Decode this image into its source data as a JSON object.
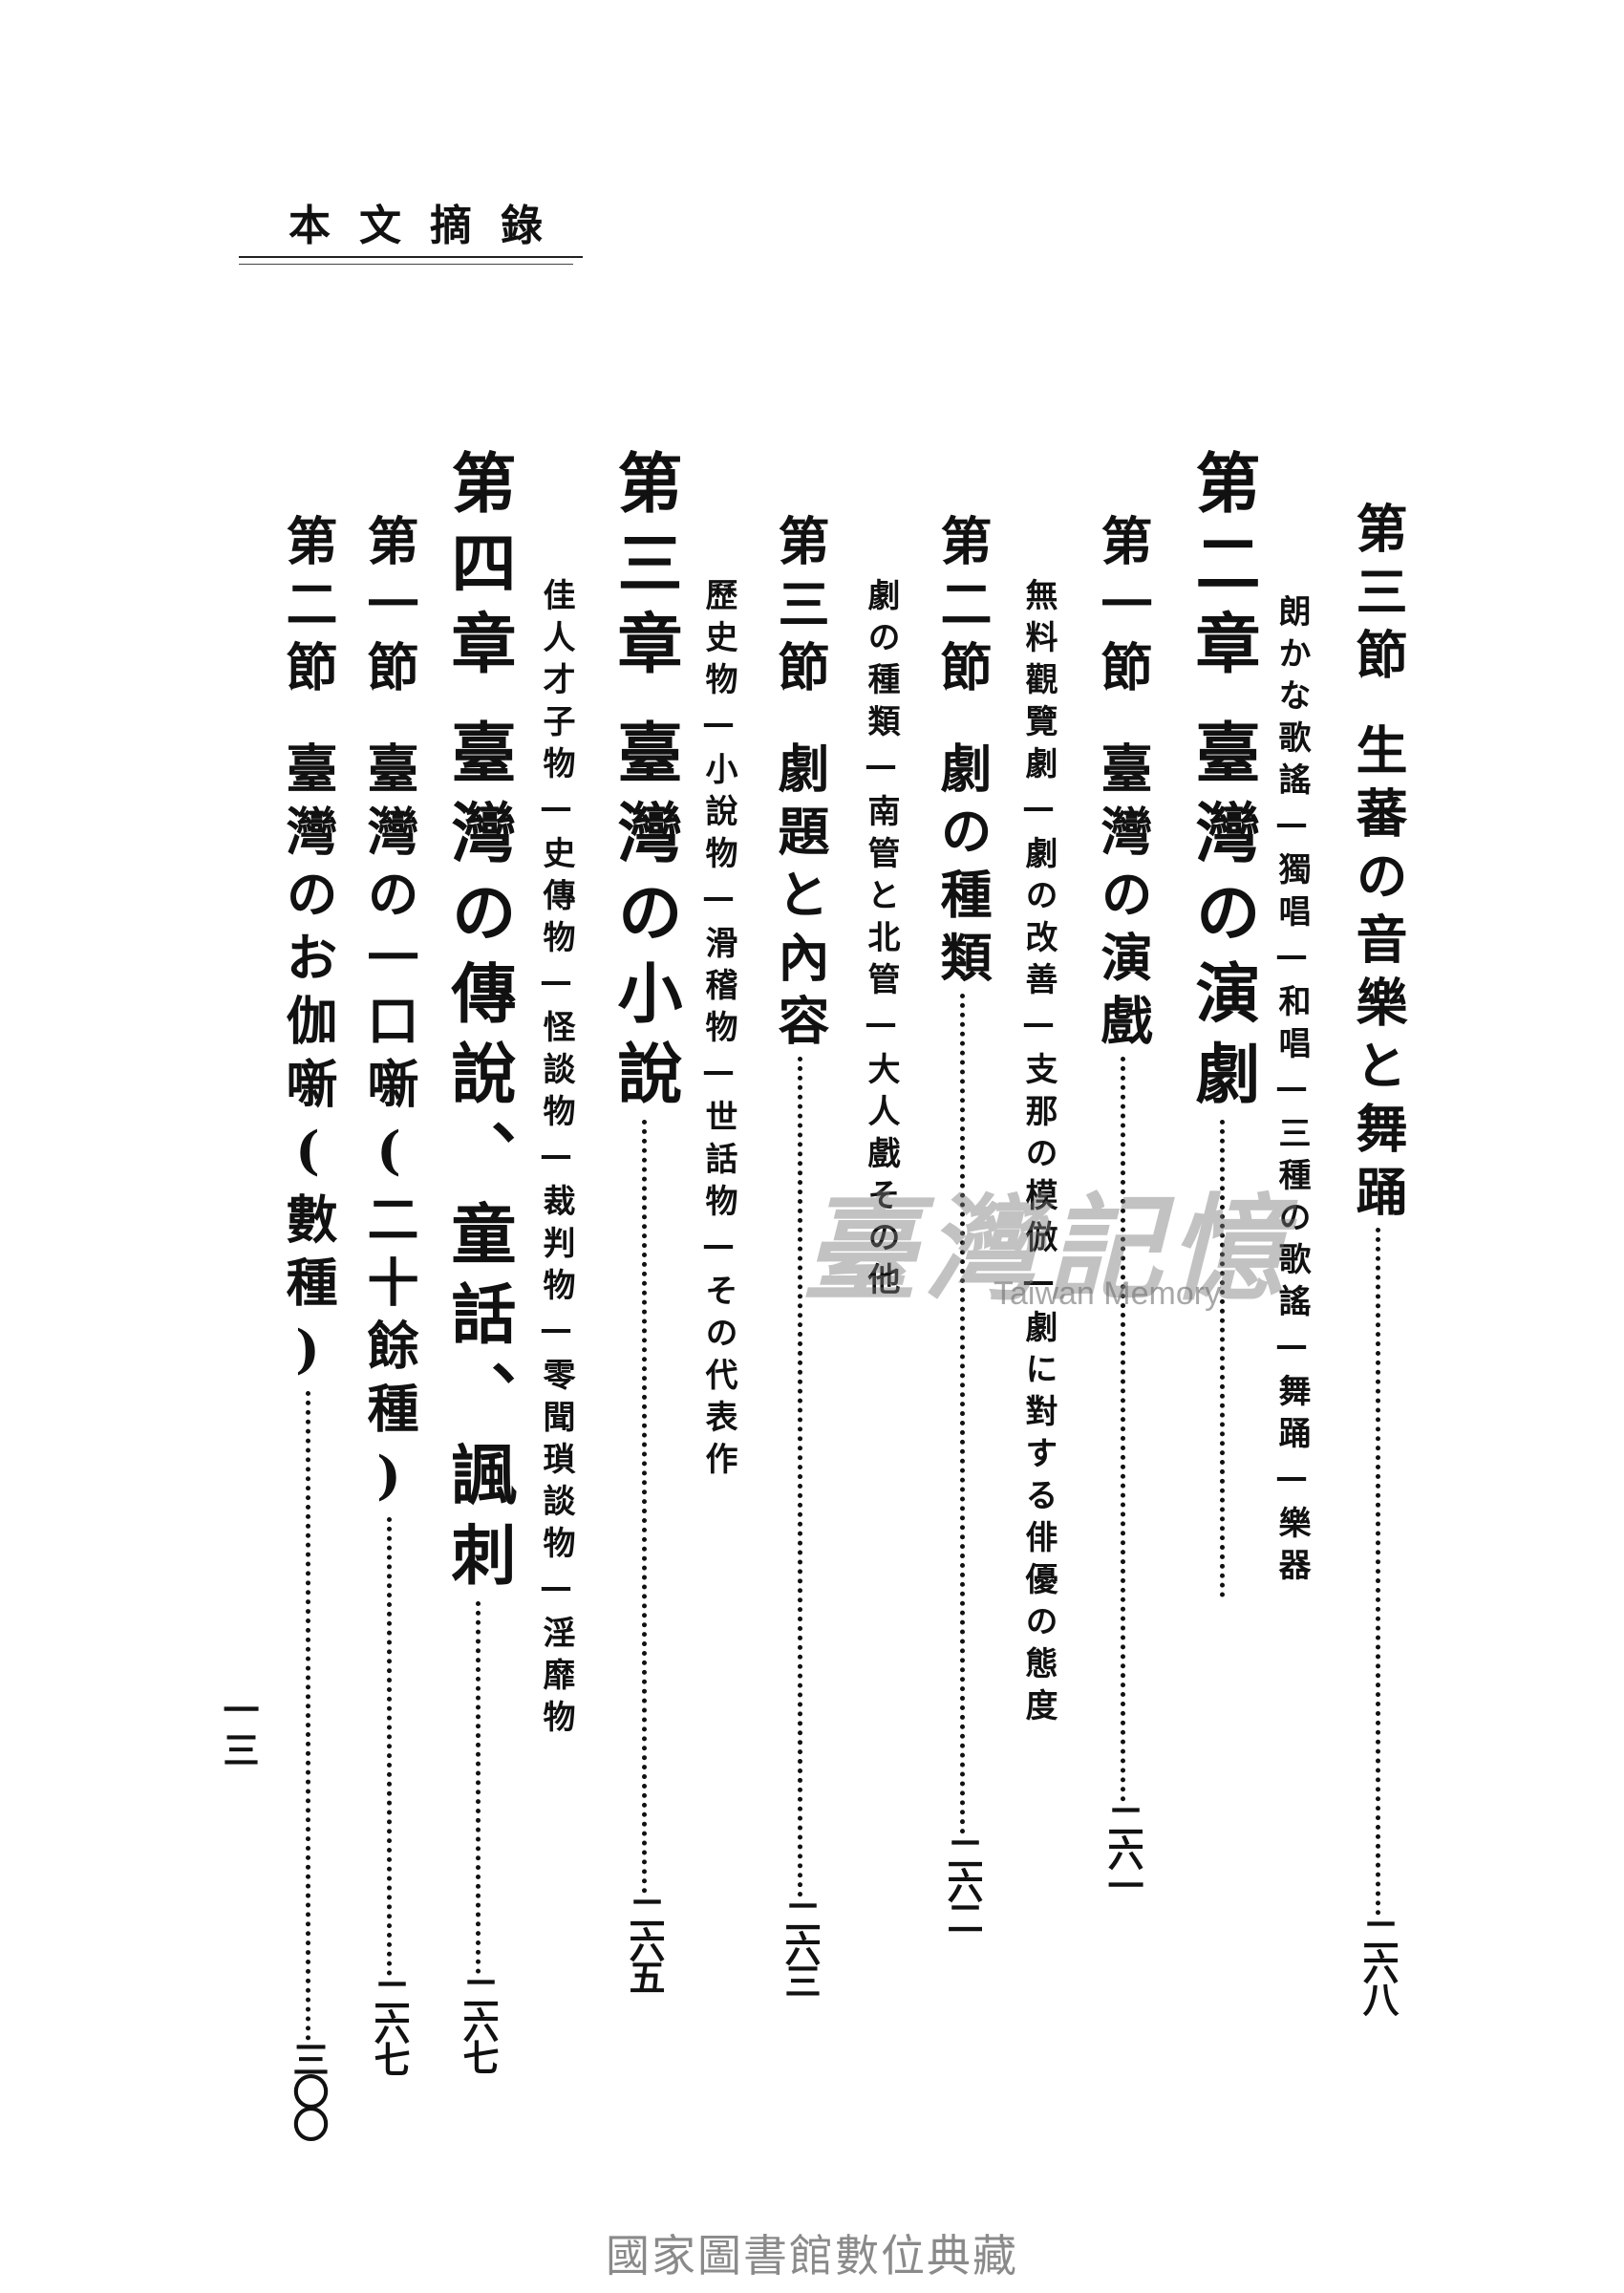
{
  "running_head": "本文摘錄",
  "toc_entries": [
    {
      "kind": "section",
      "label": "第三節",
      "title": "生蕃の音樂と舞踊",
      "page": "二六八"
    },
    {
      "kind": "summary",
      "text": "朗かな歌謠—獨唱—和唱—三種の歌謠—舞踊—樂器"
    },
    {
      "kind": "chapter",
      "label": "第二章",
      "title": "臺灣の演劇",
      "page": ""
    },
    {
      "kind": "section",
      "label": "第一節",
      "title": "臺灣の演戲",
      "page": "二六一"
    },
    {
      "kind": "summary",
      "text": "無料觀覽劇—劇の改善—支那の模倣—劇に對する俳優の態度"
    },
    {
      "kind": "section",
      "label": "第二節",
      "title": "劇の種類",
      "page": "二六二"
    },
    {
      "kind": "summary",
      "text": "劇の種類—南管と北管—大人戲その他"
    },
    {
      "kind": "section",
      "label": "第三節",
      "title": "劇題と內容",
      "page": "二六三"
    },
    {
      "kind": "summary",
      "text": "歷史物—小說物—滑稽物—世話物—その代表作"
    },
    {
      "kind": "chapter",
      "label": "第三章",
      "title": "臺灣の小說",
      "page": "二六五"
    },
    {
      "kind": "summary",
      "text": "佳人才子物—史傳物—怪談物—裁判物—零聞瑣談物—淫靡物"
    },
    {
      "kind": "chapter",
      "label": "第四章",
      "title": "臺灣の傳說、童話、諷刺",
      "page": "二六七"
    },
    {
      "kind": "section",
      "label": "第一節",
      "title": "臺灣の一口噺(二十餘種)",
      "page": "二六七"
    },
    {
      "kind": "section",
      "label": "第二節",
      "title": "臺灣のお伽噺(數種)",
      "page": "三〇〇"
    }
  ],
  "folio": "一三",
  "watermark": {
    "main": "臺灣記憶",
    "sub": "Taiwan Memory"
  },
  "footer": "國家圖書館數位典藏"
}
